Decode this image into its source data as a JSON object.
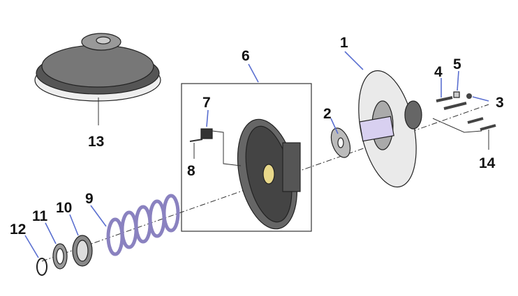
{
  "diagram": {
    "type": "exploded-parts-view",
    "callouts": [
      "1",
      "2",
      "3",
      "4",
      "5",
      "6",
      "7",
      "8",
      "9",
      "10",
      "11",
      "12",
      "13",
      "14"
    ],
    "colors": {
      "arrow": "#5a6fd0",
      "part_fill": "#e6e6e6",
      "part_dark": "#3a3a3a",
      "accent": "#b9b0e0"
    }
  }
}
